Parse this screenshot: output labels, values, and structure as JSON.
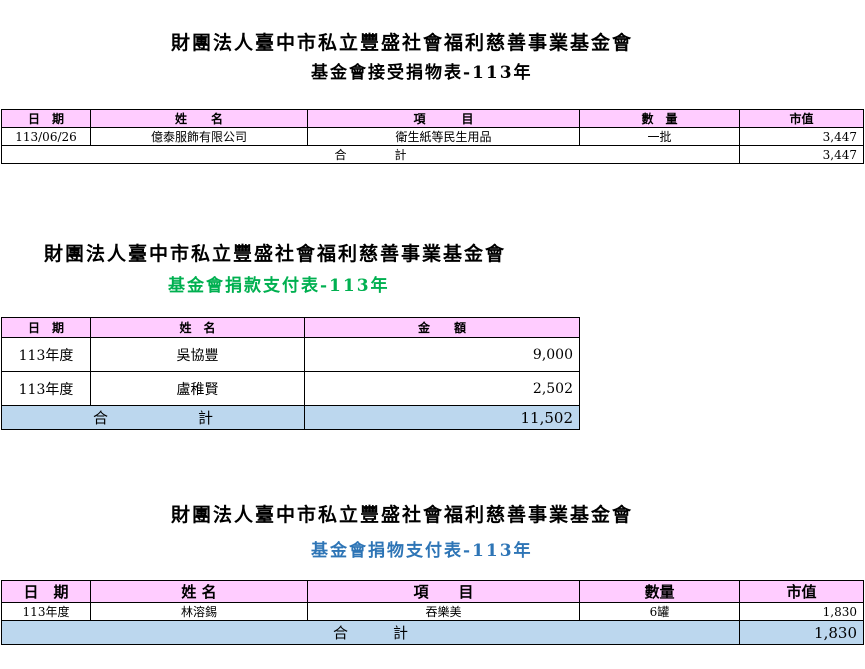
{
  "section1": {
    "org": "財團法人臺中市私立豐盛社會福利慈善事業基金會",
    "subtitle": "基金會接受捐物表-113年",
    "headers": [
      "日　期",
      "姓　　名",
      "項　　　目",
      "數　量",
      "市值"
    ],
    "rows": [
      {
        "date": "113/06/26",
        "name": "億泰服飾有限公司",
        "item": "衛生紙等民生用品",
        "qty": "一批",
        "value": "3,447"
      }
    ],
    "total_label": "合　　　　計",
    "total_value": "3,447"
  },
  "section2": {
    "org": "財團法人臺中市私立豐盛社會福利慈善事業基金會",
    "subtitle": "基金會捐款支付表-113年",
    "subtitle_color": "#00b050",
    "headers": [
      "日　期",
      "姓　名",
      "金　　額"
    ],
    "rows": [
      {
        "date": "113年度",
        "name": "吳協豐",
        "amount": "9,000"
      },
      {
        "date": "113年度",
        "name": "盧稚賢",
        "amount": "2,502"
      }
    ],
    "total_label": "合　　　　　　計",
    "total_value": "11,502"
  },
  "section3": {
    "org": "財團法人臺中市私立豐盛社會福利慈善事業基金會",
    "subtitle": "基金會捐物支付表-113年",
    "subtitle_color": "#2e75b6",
    "headers": [
      "日　期",
      "姓 名",
      "項　　目",
      "數量",
      "市值"
    ],
    "rows": [
      {
        "date": "113年度",
        "name": "林溶錫",
        "item": "吞樂美",
        "qty": "6罐",
        "value": "1,830"
      }
    ],
    "total_label": "合　　　計",
    "total_value": "1,830"
  }
}
